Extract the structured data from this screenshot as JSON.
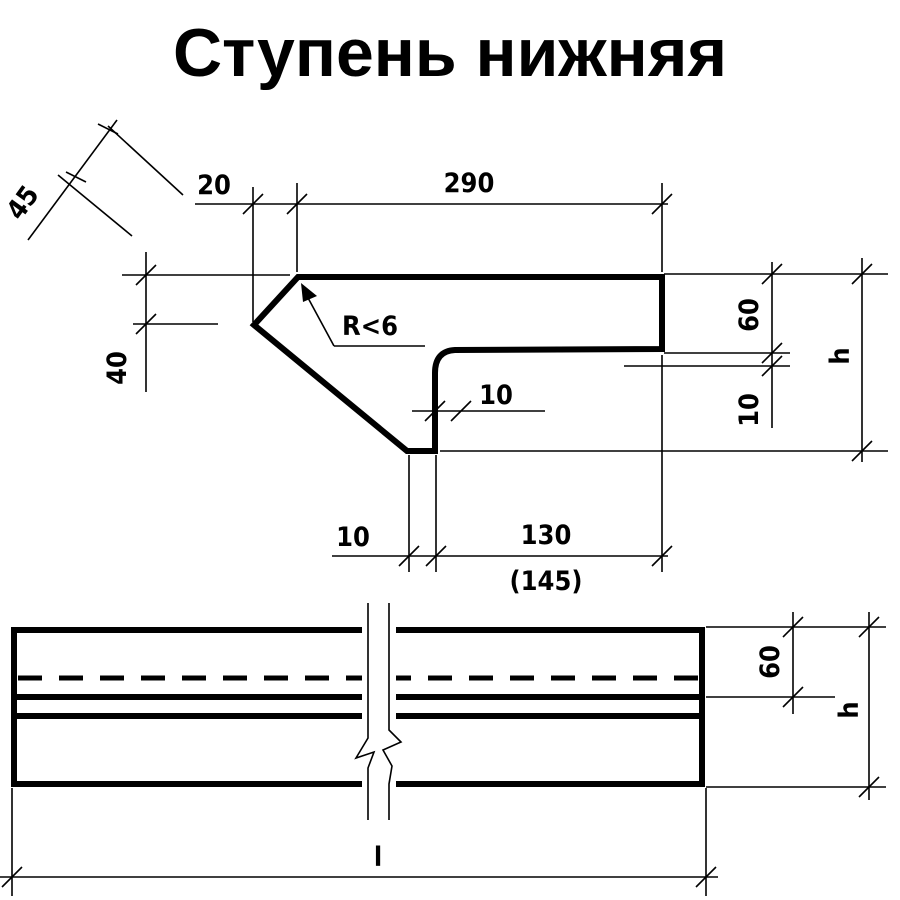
{
  "title": "Ступень нижняя",
  "profile": {
    "dim_45": "45",
    "dim_20": "20",
    "dim_290": "290",
    "dim_40": "40",
    "radius": "R<6",
    "dim_60": "60",
    "dim_10_right": "10",
    "dim_h": "h",
    "dim_10_inner": "10",
    "dim_10_bottom": "10",
    "dim_130": "130",
    "dim_145": "(145)"
  },
  "elevation": {
    "dim_60": "60",
    "dim_h": "h",
    "dim_l": "l"
  }
}
